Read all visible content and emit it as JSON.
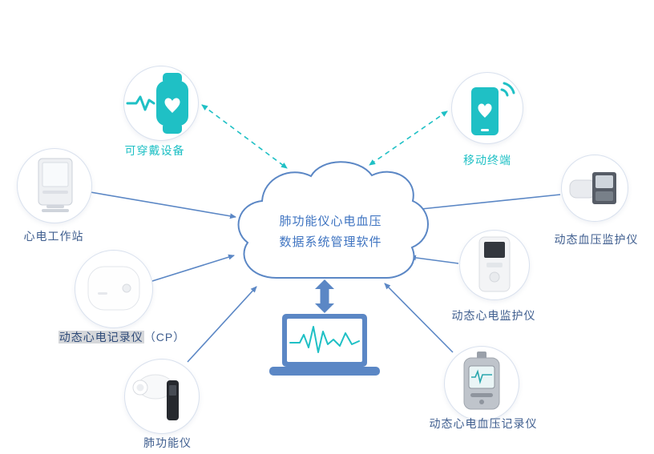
{
  "cloud": {
    "line1": "肺功能仪心电血压",
    "line2": "数据系统管理软件"
  },
  "labels": {
    "wearable": "可穿戴设备",
    "mobile": "移动终端",
    "workstation": "心电工作站",
    "cp_main": "动态心电记录仪",
    "cp_suffix": "（CP）",
    "spirometer": "肺功能仪",
    "abp": "动态血压监护仪",
    "holter": "动态心电监护仪",
    "ecg_bp": "动态心电血压记录仪"
  },
  "colors": {
    "teal": "#1fc0c5",
    "blue": "#5b87c5",
    "device_label": "#3f5e8f",
    "cloud_text": "#3f74c1"
  }
}
